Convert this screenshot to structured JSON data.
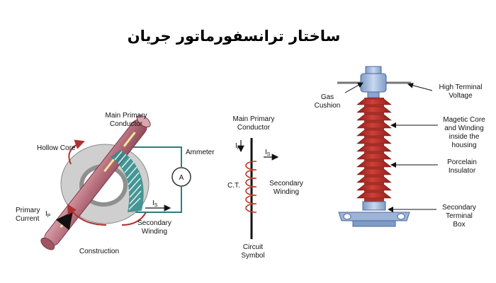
{
  "title": "ساختار ترانسفورماتور جریان",
  "construction": {
    "main_primary_conductor": [
      "Main Primary",
      "Conductor"
    ],
    "hollow_core": "Hollow Core",
    "ammeter": "Ammeter",
    "ammeter_symbol": "A",
    "primary_current": [
      "Primary",
      "Current"
    ],
    "ip": "I",
    "ip_sub": "P",
    "is": "I",
    "is_sub": "S",
    "secondary_winding": [
      "Secondary",
      "Winding"
    ],
    "caption": "Construction"
  },
  "symbol": {
    "main_primary_conductor": [
      "Main Primary",
      "Conductor"
    ],
    "ip": "I",
    "ip_sub": "P",
    "is": "I",
    "is_sub": "S",
    "ct": "C.T.",
    "secondary_winding": [
      "Secondary",
      "Winding"
    ],
    "caption": [
      "Circuit",
      "Symbol"
    ]
  },
  "physical": {
    "gas_cushion": [
      "Gas",
      "Cushion"
    ],
    "high_terminal_voltage": [
      "High Terminal",
      "Voltage"
    ],
    "magnetic_core": [
      "Magetic Core",
      "and Winding",
      "inside the",
      "housing"
    ],
    "porcelain_insulator": [
      "Porcelain",
      "Insulator"
    ],
    "secondary_terminal_box": [
      "Secondary",
      "Terminal",
      "Box"
    ]
  },
  "colors": {
    "conductor": "#b05a6a",
    "conductor_light": "#e8b8c0",
    "core_outer": "#d4d4d4",
    "core_inner": "#8c8c8c",
    "winding": "#2e8b8b",
    "porcelain": "#c4302b",
    "porcelain_dark": "#8e1e1a",
    "metal_blue": "#9db3d8",
    "coil": "#c0392b",
    "arrow_red": "#b03030"
  }
}
